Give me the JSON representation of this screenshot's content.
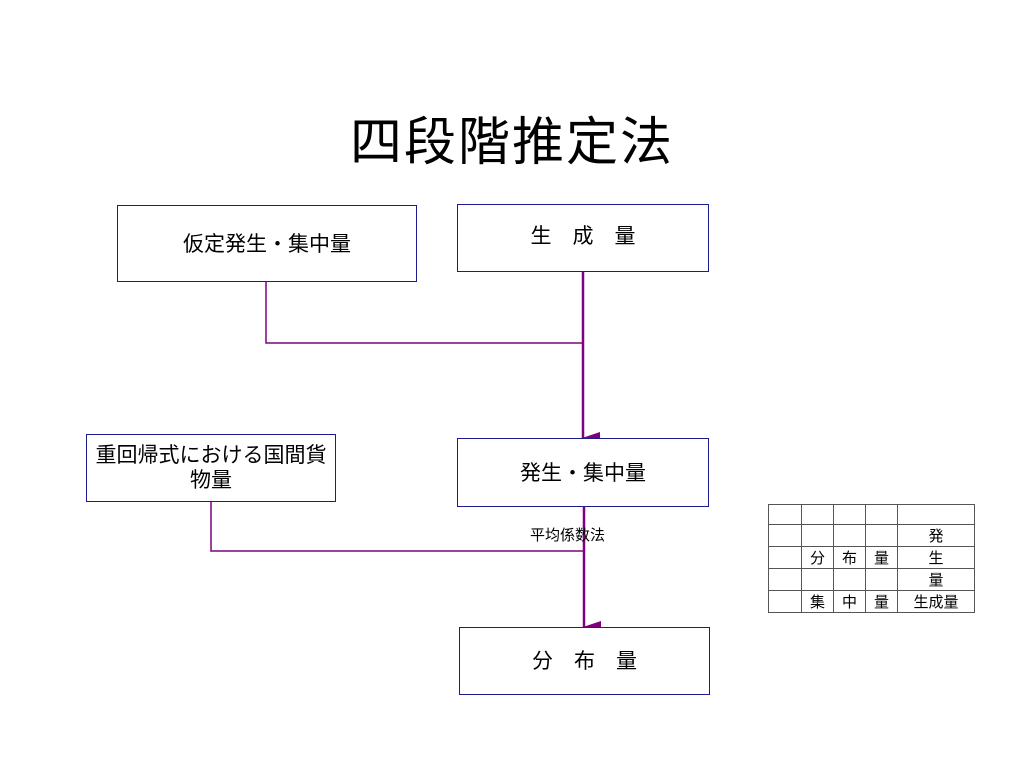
{
  "title": "四段階推定法",
  "boxes": {
    "assumed": "仮定発生・集中量",
    "generated": "生　成　量",
    "regression": "重回帰式における国間貨物量",
    "gen_attr": "発生・集中量",
    "distribution": "分　布　量"
  },
  "method_label": "平均係数法",
  "matrix": {
    "dist": [
      "分",
      "布",
      "量"
    ],
    "concentration": [
      "集",
      "中",
      "量"
    ],
    "generation": [
      "発",
      "生",
      "量"
    ],
    "total": "生成量"
  },
  "colors": {
    "box_border": "#1c1c8c",
    "connector": "#800080"
  }
}
